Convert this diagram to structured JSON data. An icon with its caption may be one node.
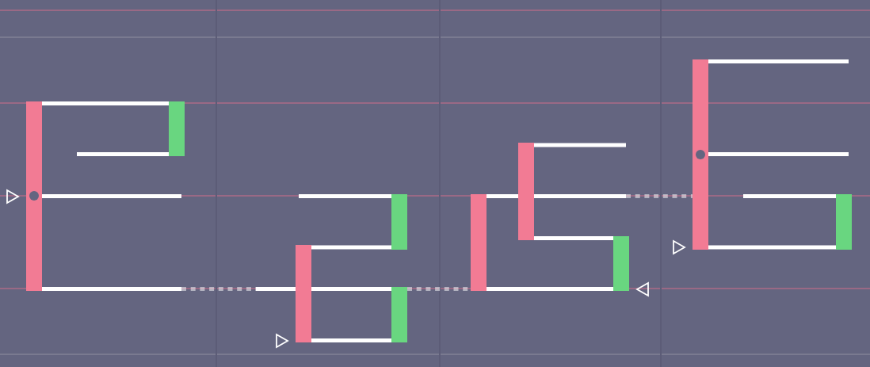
{
  "diagram": {
    "nodes": [
      {
        "text": [],
        "shape": "bar"
      },
      {
        "text": [],
        "shape": "bar"
      },
      {
        "text": [],
        "shape": "bar"
      },
      {
        "text": [],
        "shape": "bar"
      },
      {
        "text": [],
        "shape": "bar"
      },
      {
        "text": [],
        "shape": "bar"
      },
      {
        "text": [],
        "shape": "bar"
      },
      {
        "text": [],
        "shape": "bar"
      },
      {
        "text": [],
        "shape": "bar"
      },
      {
        "text": [],
        "shape": "bar"
      }
    ],
    "edges": [
      {
        "from": 0,
        "to": 1,
        "arrow": "none"
      },
      {
        "from": null,
        "to": 1,
        "arrow": "none"
      },
      {
        "from": 0,
        "to": null,
        "arrow": "none"
      },
      {
        "from": 0,
        "to": 2,
        "arrow": "none",
        "style": "dashed"
      },
      {
        "from": 2,
        "to": 4,
        "arrow": "none"
      },
      {
        "from": null,
        "to": 3,
        "arrow": "none"
      },
      {
        "from": 2,
        "to": 3,
        "arrow": "none"
      },
      {
        "from": 2,
        "to": 4,
        "arrow": "none"
      },
      {
        "from": 4,
        "to": 5,
        "arrow": "none",
        "style": "dashed"
      },
      {
        "from": 6,
        "to": null,
        "arrow": "none"
      },
      {
        "from": 5,
        "to": 6,
        "arrow": "none"
      },
      {
        "from": 6,
        "to": 8,
        "arrow": "none",
        "style": "dashed"
      },
      {
        "from": 6,
        "to": 7,
        "arrow": "none"
      },
      {
        "from": 5,
        "to": 7,
        "arrow": "none"
      },
      {
        "from": 8,
        "to": null,
        "arrow": "none"
      },
      {
        "from": 8,
        "to": null,
        "arrow": "none"
      },
      {
        "from": null,
        "to": 9,
        "arrow": "none"
      },
      {
        "from": 8,
        "to": 9,
        "arrow": "none"
      }
    ]
  }
}
